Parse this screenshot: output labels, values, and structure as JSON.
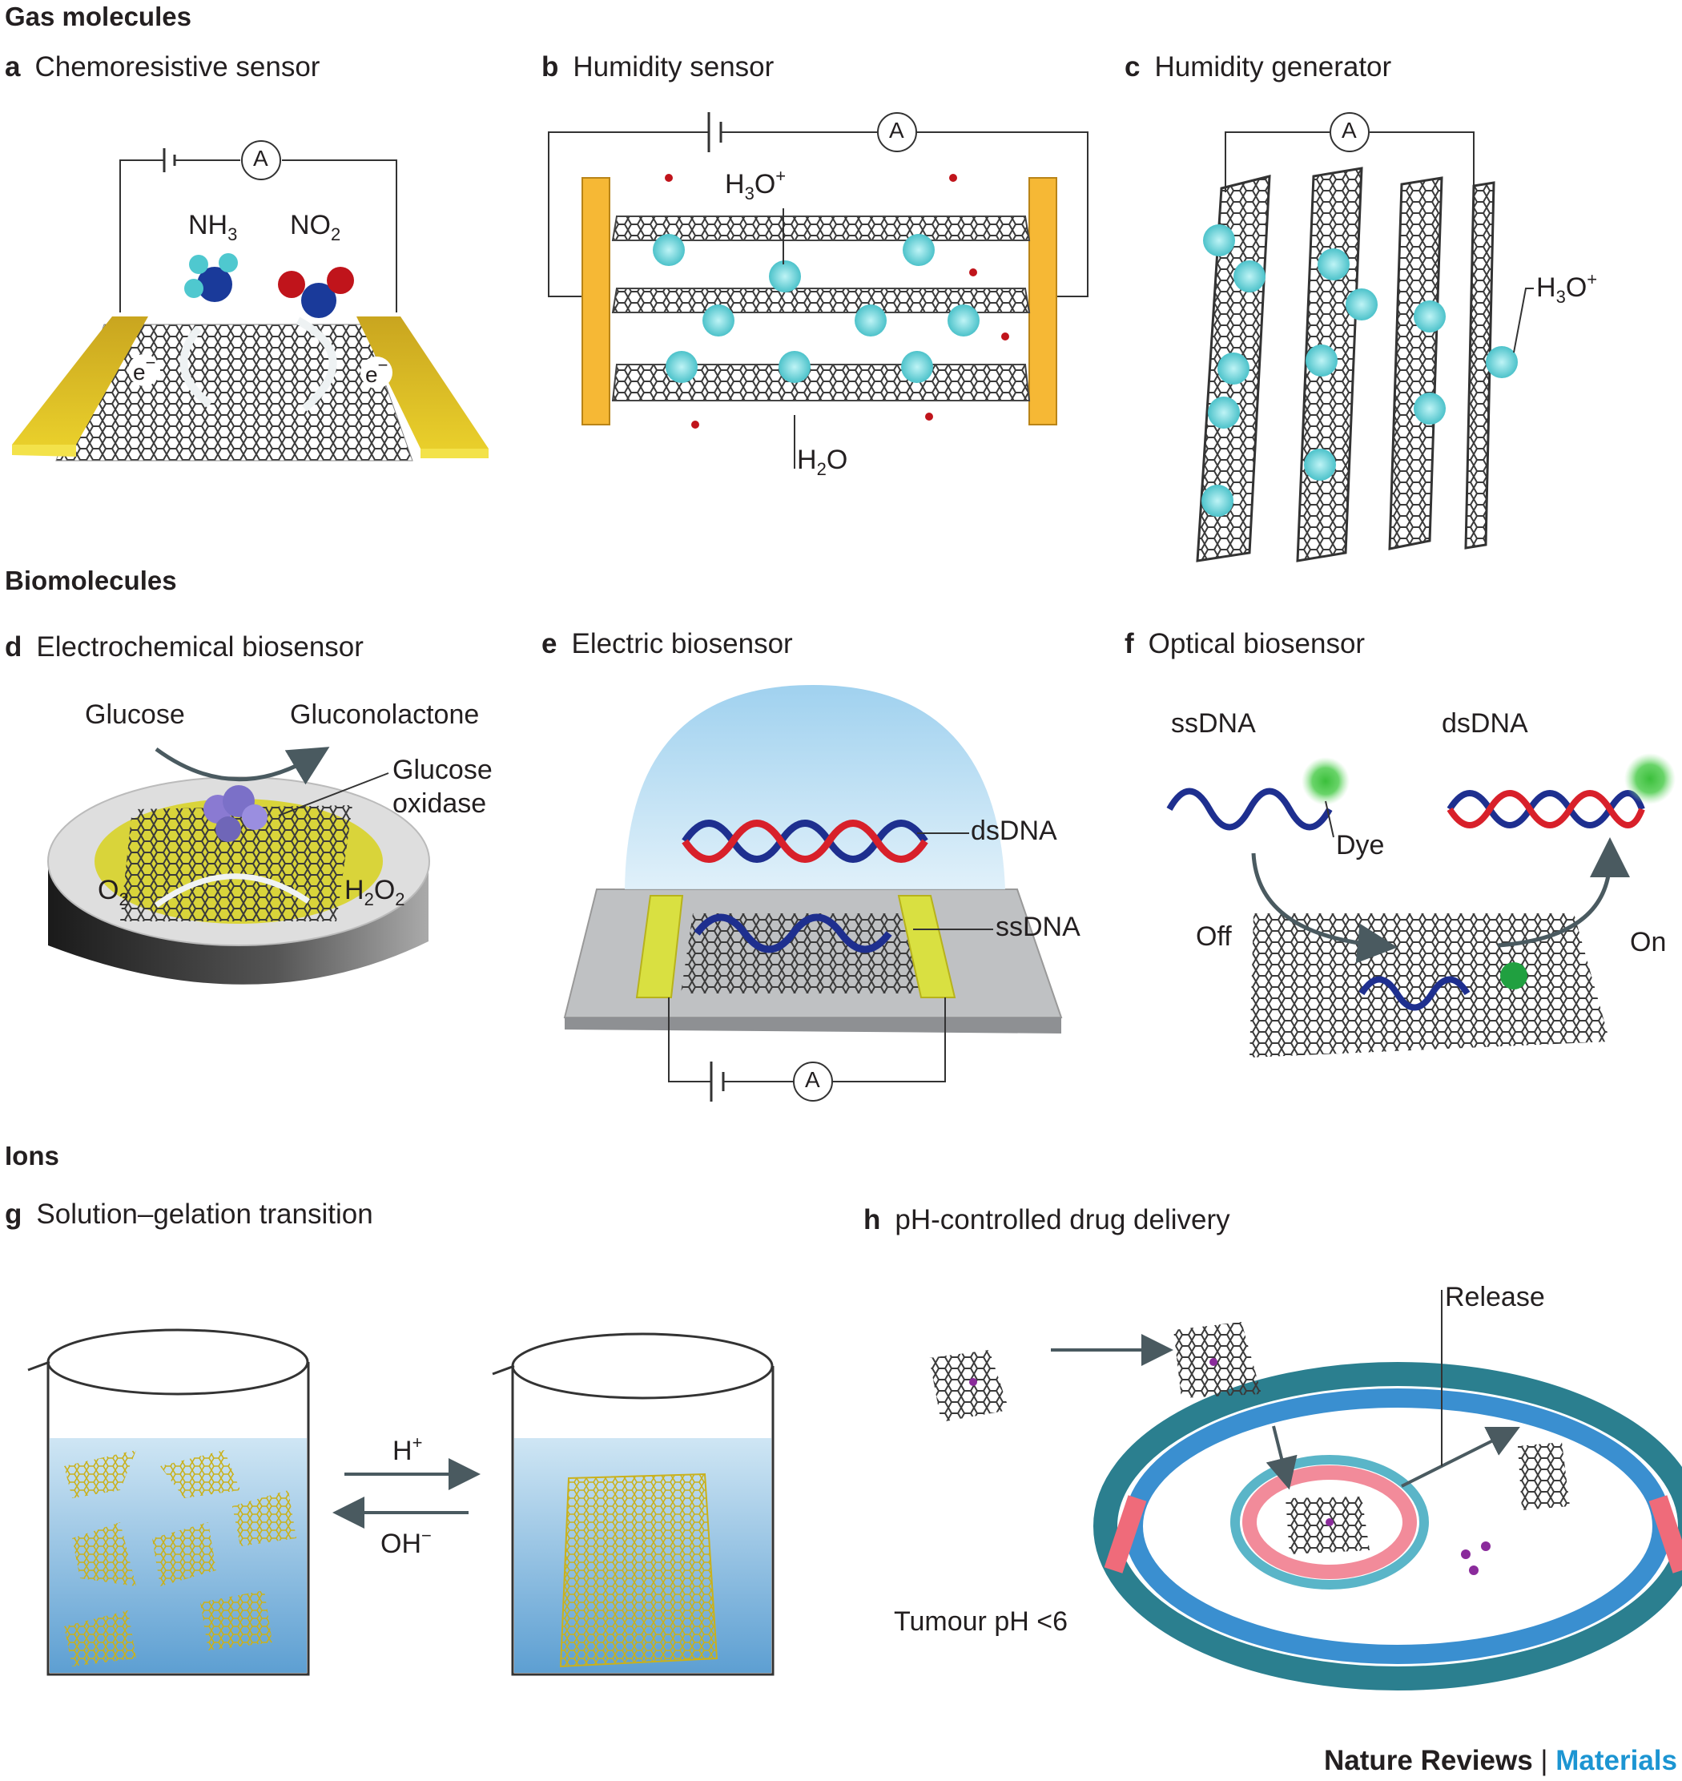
{
  "sections": {
    "gas": "Gas molecules",
    "bio": "Biomolecules",
    "ions": "Ions"
  },
  "panels": {
    "a": {
      "letter": "a",
      "title": "Chemoresistive sensor"
    },
    "b": {
      "letter": "b",
      "title": "Humidity sensor"
    },
    "c": {
      "letter": "c",
      "title": "Humidity generator"
    },
    "d": {
      "letter": "d",
      "title": "Electrochemical biosensor"
    },
    "e": {
      "letter": "e",
      "title": "Electric biosensor"
    },
    "f": {
      "letter": "f",
      "title": "Optical biosensor"
    },
    "g": {
      "letter": "g",
      "title": "Solution–gelation transition"
    },
    "h": {
      "letter": "h",
      "title": "pH-controlled drug delivery"
    }
  },
  "labels": {
    "ammeter": "A",
    "nh3": "NH",
    "nh3_sub": "3",
    "no2": "NO",
    "no2_sub": "2",
    "electron": "e",
    "electron_sup": "−",
    "h3o_h": "H",
    "h3o_sub": "3",
    "h3o_o": "O",
    "h3o_sup": "+",
    "h2o_h": "H",
    "h2o_sub": "2",
    "h2o_o": "O",
    "glucose": "Glucose",
    "gluconolactone": "Gluconolactone",
    "glucose_oxidase_1": "Glucose",
    "glucose_oxidase_2": "oxidase",
    "o2": "O",
    "o2_sub": "2",
    "h2o2_h": "H",
    "h2o2_sub1": "2",
    "h2o2_o": "O",
    "h2o2_sub2": "2",
    "dsdna": "dsDNA",
    "ssdna": "ssDNA",
    "dye": "Dye",
    "off": "Off",
    "on": "On",
    "h_plus": "H",
    "h_plus_sup": "+",
    "oh_minus": "OH",
    "oh_minus_sup": "−",
    "release": "Release",
    "tumour_ph": "Tumour pH <6"
  },
  "credit": {
    "journal": "Nature Reviews",
    "separator": "|",
    "subject": "Materials"
  },
  "colors": {
    "gold": "#e4c21e",
    "orange_electrode": "#f6b835",
    "carbon": "#3a3a3a",
    "oxygen": "#c0141b",
    "hydronium": "#5fd0d6",
    "dna_blue": "#1e2f8f",
    "dna_red": "#d8202a",
    "dye_green": "#3bbf3b",
    "water_blue": "#7fb6e0",
    "brand_blue": "#1c95d2"
  }
}
